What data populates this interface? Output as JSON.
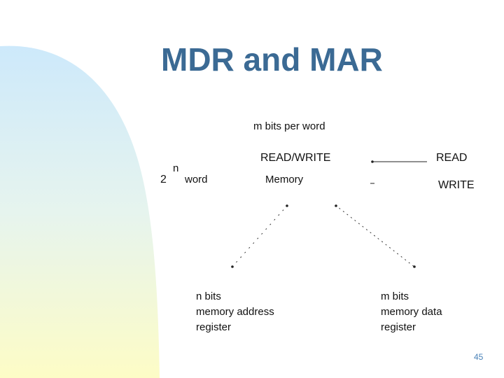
{
  "slide": {
    "title": "MDR and MAR",
    "page_number": "45"
  },
  "diagram": {
    "m_bits_per_word": "m bits per word",
    "read_write": "READ/WRITE",
    "two": "2",
    "exponent_n": "n",
    "word": "word",
    "memory": "Memory",
    "read": "READ",
    "write": "WRITE",
    "mar": {
      "line1": "n bits",
      "line2": "memory address",
      "line3": "register"
    },
    "mdr": {
      "line1": "m bits",
      "line2": "memory data",
      "line3": "register"
    }
  },
  "colors": {
    "title": "#3b6a94",
    "gradient_top": "#cde9fb",
    "gradient_bottom": "#fdfcc6",
    "page_number": "#4a82b8"
  }
}
